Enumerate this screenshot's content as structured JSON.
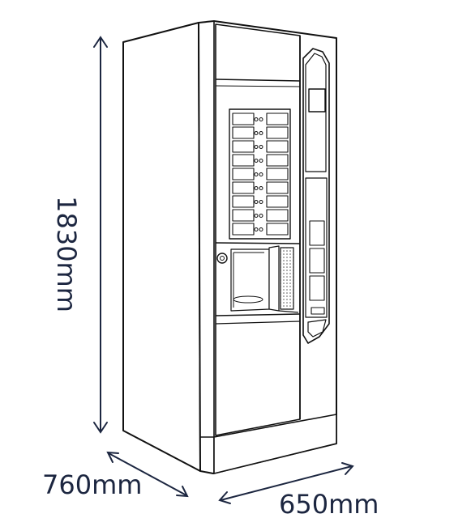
{
  "dimensions": {
    "height_label": "1830mm",
    "depth_label": "760mm",
    "width_label": "650mm"
  },
  "machine": {
    "selection_rows": 9,
    "selection_columns": 2
  },
  "colors": {
    "outline": "#111111",
    "dimension": "#1c2640",
    "background": "#ffffff"
  }
}
